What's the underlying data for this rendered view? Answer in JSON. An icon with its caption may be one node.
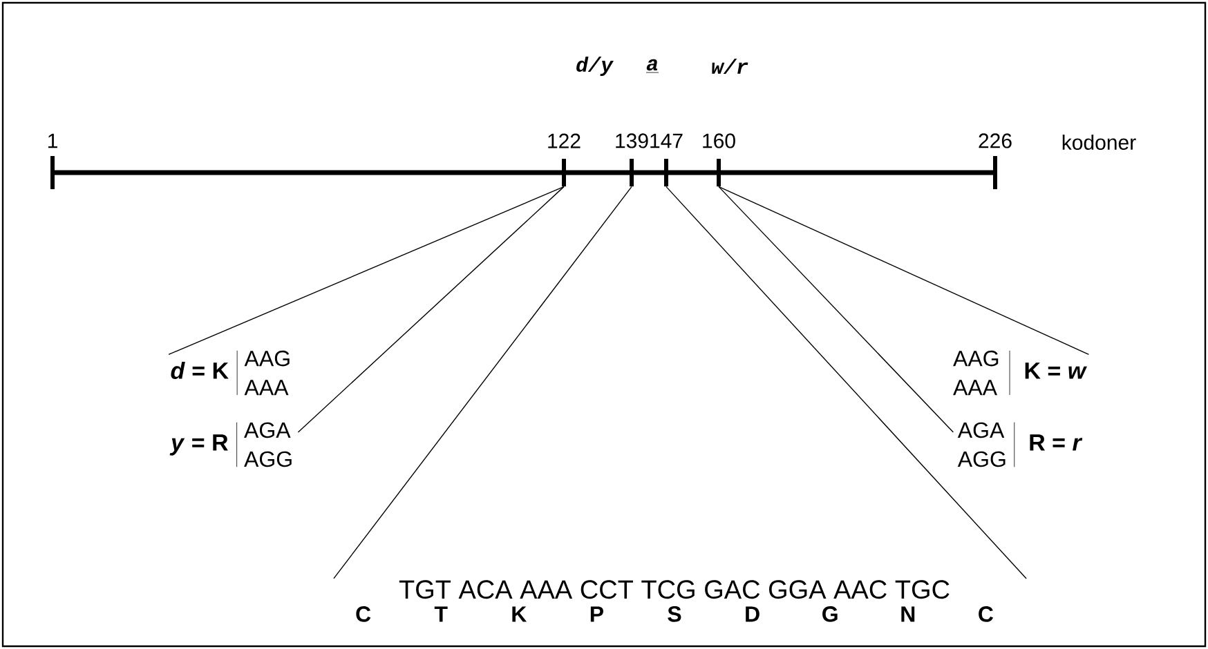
{
  "diagram": {
    "nodes": [
      {
        "text": [],
        "shape": "bar"
      },
      {
        "text": [],
        "shape": "bar"
      },
      {
        "text": [],
        "shape": "bar"
      },
      {
        "text": [],
        "shape": "bar"
      },
      {
        "text": [
          "*d* = K",
          "AAG AAA"
        ]
      },
      {
        "text": [
          "*y* = R",
          "AGA AGG"
        ]
      },
      {
        "text": [
          "AAG AAA",
          "K = *w*"
        ]
      },
      {
        "text": [
          "AGA AGG",
          "R = *r*"
        ]
      },
      {
        "text": [
          "TGT ACA AAA CCT TCG GAC GGA AAC TGC",
          "C",
          "T",
          "K",
          "P",
          "S",
          "D",
          "G",
          "N",
          "C"
        ]
      }
    ],
    "edges": [
      {
        "from": 0,
        "to": 4,
        "arrow": "none"
      },
      {
        "from": 0,
        "to": 5,
        "arrow": "none"
      },
      {
        "from": 1,
        "to": 8,
        "arrow": "none"
      },
      {
        "from": 2,
        "to": 8,
        "arrow": "none"
      },
      {
        "from": 3,
        "to": 7,
        "arrow": "none"
      },
      {
        "from": 3,
        "to": 6,
        "arrow": "none"
      }
    ],
    "labels": [
      "d/y",
      "a",
      "w/r",
      "1",
      "122",
      "139",
      "147",
      "160",
      "226",
      "kodoner"
    ]
  }
}
